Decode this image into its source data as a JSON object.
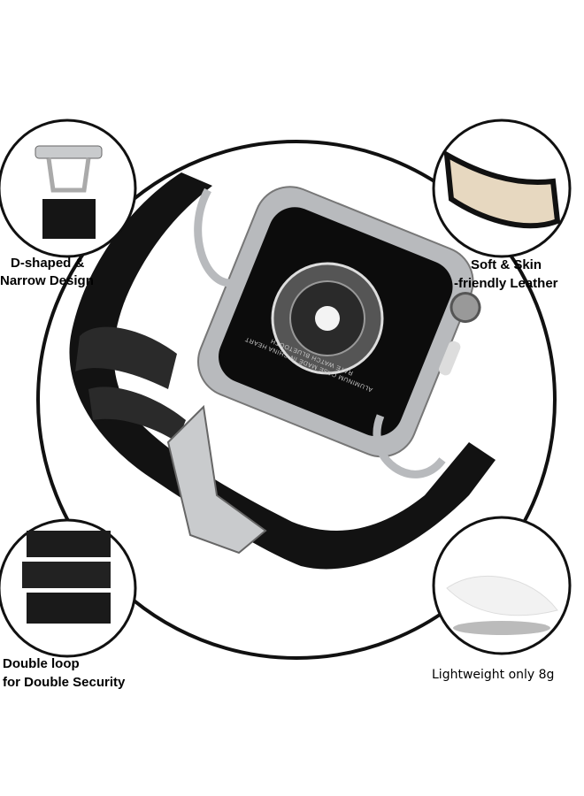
{
  "features": [
    {
      "id": "d-shaped",
      "lines": [
        "D-shaped &",
        "Narrow Design"
      ]
    },
    {
      "id": "leather",
      "lines": [
        "Soft & Skin",
        "-friendly Leather"
      ]
    },
    {
      "id": "double-loop",
      "lines": [
        "Double loop",
        "for Double Security"
      ]
    },
    {
      "id": "lightweight",
      "lines": [
        "Lightweight only 8g"
      ]
    }
  ],
  "watch_back_lettering": "ALUMINUM CASE MADE IN CHINA HEART RATE WATCH BLUETOOTH",
  "colors": {
    "band": "#111111",
    "metal": "#b8babd",
    "outline": "#111111"
  }
}
